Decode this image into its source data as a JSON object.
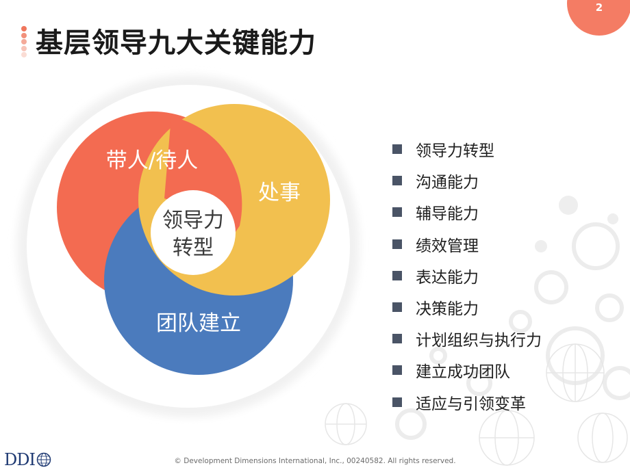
{
  "page_number": "2",
  "title": "基层领导九大关键能力",
  "venn": {
    "red_label": "带人/待人",
    "yellow_label": "处事",
    "blue_label": "团队建立",
    "center_line1": "领导力",
    "center_line2": "转型",
    "colors": {
      "red": "#f36b51",
      "yellow": "#f2c04f",
      "blue": "#4b7bbd",
      "center": "#ffffff"
    }
  },
  "competencies": [
    "领导力转型",
    "沟通能力",
    "辅导能力",
    "绩效管理",
    "表达能力",
    "决策能力",
    "计划组织与执行力",
    "建立成功团队",
    "适应与引领变革"
  ],
  "footer": {
    "logo_text": "DDI",
    "copyright": "© Development Dimensions International, Inc., 00240582.  All rights reserved."
  }
}
